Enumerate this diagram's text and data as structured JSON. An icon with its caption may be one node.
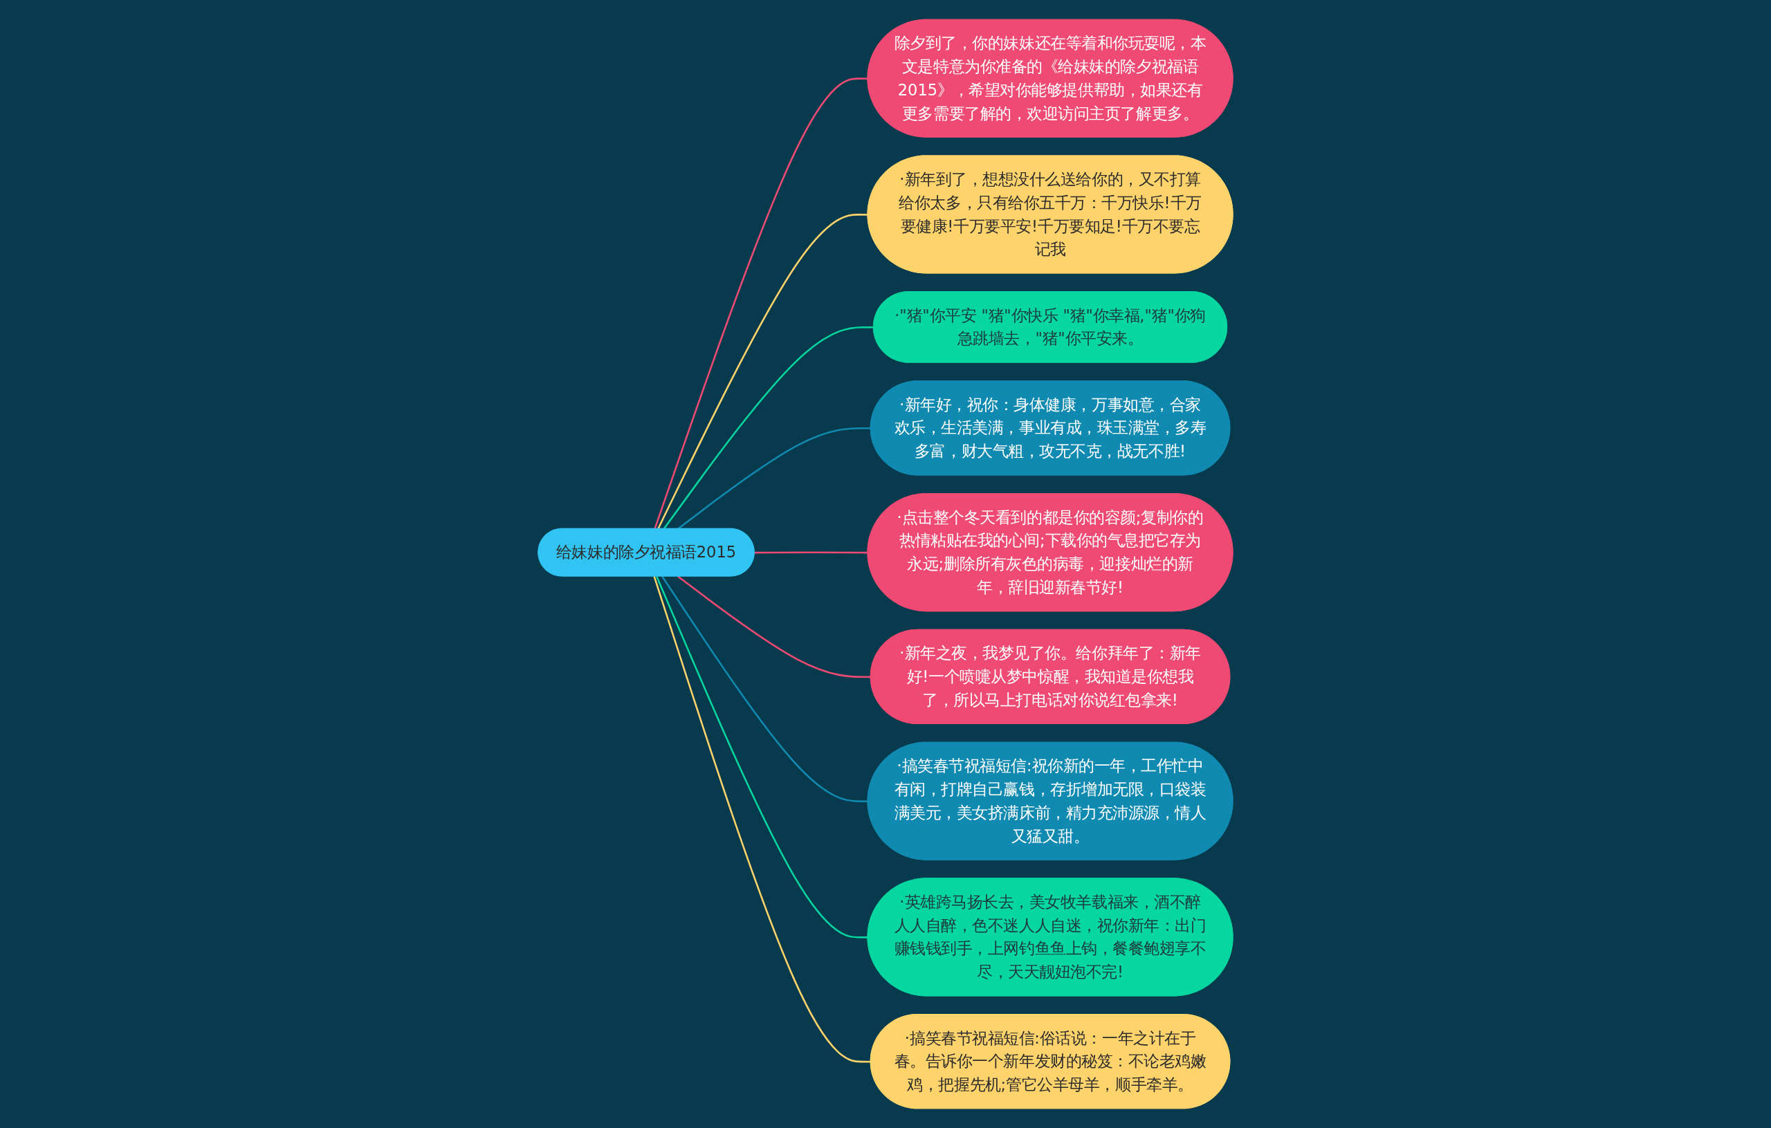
{
  "diagram": {
    "nodes": [
      {
        "text": [
          "给妹妹的除夕祝福语2015"
        ]
      },
      {
        "text": [
          "除夕到了，你的妹妹还在等着和你玩耍呢，本文是特意为你准备的《给妹妹的除夕祝福语2015》，希望对你能够提供帮助，如果还有更多需要了解的，欢迎访问主页了解更多。"
        ]
      },
      {
        "text": [
          "·新年到了，想想没什么送给你的，又不打算给你太多，只有给你五千万：千万快乐!千万要健康!千万要平安!千万要知足!千万不要忘记我"
        ]
      },
      {
        "text": [
          "·\"猪\"你平安 \"猪\"你快乐 \"猪\"你幸福,\"猪\"你狗急跳墙去，\"猪\"你平安来。"
        ]
      },
      {
        "text": [
          "·新年好，祝你：身体健康，万事如意，合家欢乐，生活美满，事业有成，珠玉满堂，多寿多富，财大气粗，攻无不克，战无不胜!"
        ]
      },
      {
        "text": [
          "·点击整个冬天看到的都是你的容颜;复制你的热情粘贴在我的心间;下载你的气息把它存为永远;删除所有灰色的病毒，迎接灿烂的新年，辞旧迎新春节好!"
        ]
      },
      {
        "text": [
          "·新年之夜，我梦见了你。给你拜年了：新年好!一个喷嚏从梦中惊醒，我知道是你想我了，所以马上打电话对你说红包拿来!"
        ]
      },
      {
        "text": [
          "·搞笑春节祝福短信:祝你新的一年，工作忙中有闲，打牌自己赢钱，存折增加无限，口袋装满美元，美女挤满床前，精力充沛源源，情人又猛又甜。"
        ]
      },
      {
        "text": [
          "·英雄跨马扬长去，美女牧羊载福来，酒不醉人人自醉，色不迷人人自迷，祝你新年：出门赚钱钱到手，上网钓鱼鱼上钩，餐餐鲍翅享不尽，天天靓妞泡不完!"
        ]
      },
      {
        "text": [
          "·搞笑春节祝福短信:俗话说：一年之计在于春。告诉你一个新年发财的秘笈：不论老鸡嫩鸡，把握先机;管它公羊母羊，顺手牵羊。"
        ]
      }
    ],
    "edges": [
      {
        "from": 0,
        "to": 1,
        "arrow": "none",
        "color": "#ef4a73"
      },
      {
        "from": 0,
        "to": 2,
        "arrow": "none",
        "color": "#fed36b"
      },
      {
        "from": 0,
        "to": 3,
        "arrow": "none",
        "color": "#06d6a0"
      },
      {
        "from": 0,
        "to": 4,
        "arrow": "none",
        "color": "#118ab2"
      },
      {
        "from": 0,
        "to": 5,
        "arrow": "none",
        "color": "#ef4a73"
      },
      {
        "from": 0,
        "to": 6,
        "arrow": "none",
        "color": "#ef4a73"
      },
      {
        "from": 0,
        "to": 7,
        "arrow": "none",
        "color": "#118ab2"
      },
      {
        "from": 0,
        "to": 8,
        "arrow": "none",
        "color": "#06d6a0"
      },
      {
        "from": 0,
        "to": 9,
        "arrow": "none",
        "color": "#fed36b"
      }
    ]
  }
}
